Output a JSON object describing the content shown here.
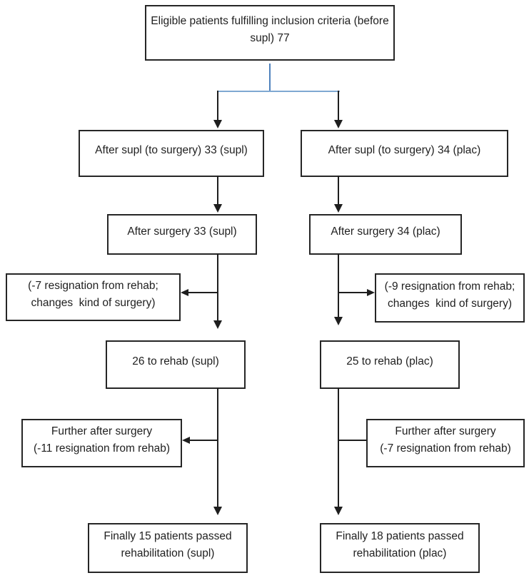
{
  "colors": {
    "connector_blue": "#4f81bd",
    "connector_blue_light": "#7fa8d2",
    "line_color": "#1e1e1e",
    "box_border": "#262626",
    "text_color": "#1f1f1f",
    "background": "#ffffff"
  },
  "diagram": {
    "type": "patient-flowchart",
    "boxes": {
      "eligible": {
        "lines": [
          "Eligible patients fulfilling inclusion criteria (before",
          "supl) 77"
        ]
      },
      "after_supl_supl": {
        "lines": [
          "After supl (to surgery) 33 (supl)"
        ]
      },
      "after_supl_plac": {
        "lines": [
          "After supl (to surgery) 34 (plac)"
        ]
      },
      "after_surgery_supl": {
        "lines": [
          "After surgery 33 (supl)"
        ]
      },
      "after_surgery_plac": {
        "lines": [
          "After surgery 34 (plac)"
        ]
      },
      "exclusion1_supl": {
        "lines": [
          "(-7 resignation from rehab;",
          "changes  kind of surgery)"
        ]
      },
      "exclusion1_plac": {
        "lines": [
          "(-9 resignation from rehab;",
          "changes  kind of surgery)"
        ]
      },
      "to_rehab_supl": {
        "lines": [
          "26 to rehab (supl)"
        ]
      },
      "to_rehab_plac": {
        "lines": [
          "25 to rehab (plac)"
        ]
      },
      "exclusion2_supl": {
        "lines": [
          "Further after surgery",
          "(-11 resignation from rehab)"
        ]
      },
      "exclusion2_plac": {
        "lines": [
          "Further after surgery",
          "(-7 resignation from rehab)"
        ]
      },
      "final_supl": {
        "lines": [
          "Finally 15 patients passed",
          "rehabilitation (supl)"
        ]
      },
      "final_plac": {
        "lines": [
          "Finally 18 patients passed",
          "rehabilitation (plac)"
        ]
      }
    }
  }
}
